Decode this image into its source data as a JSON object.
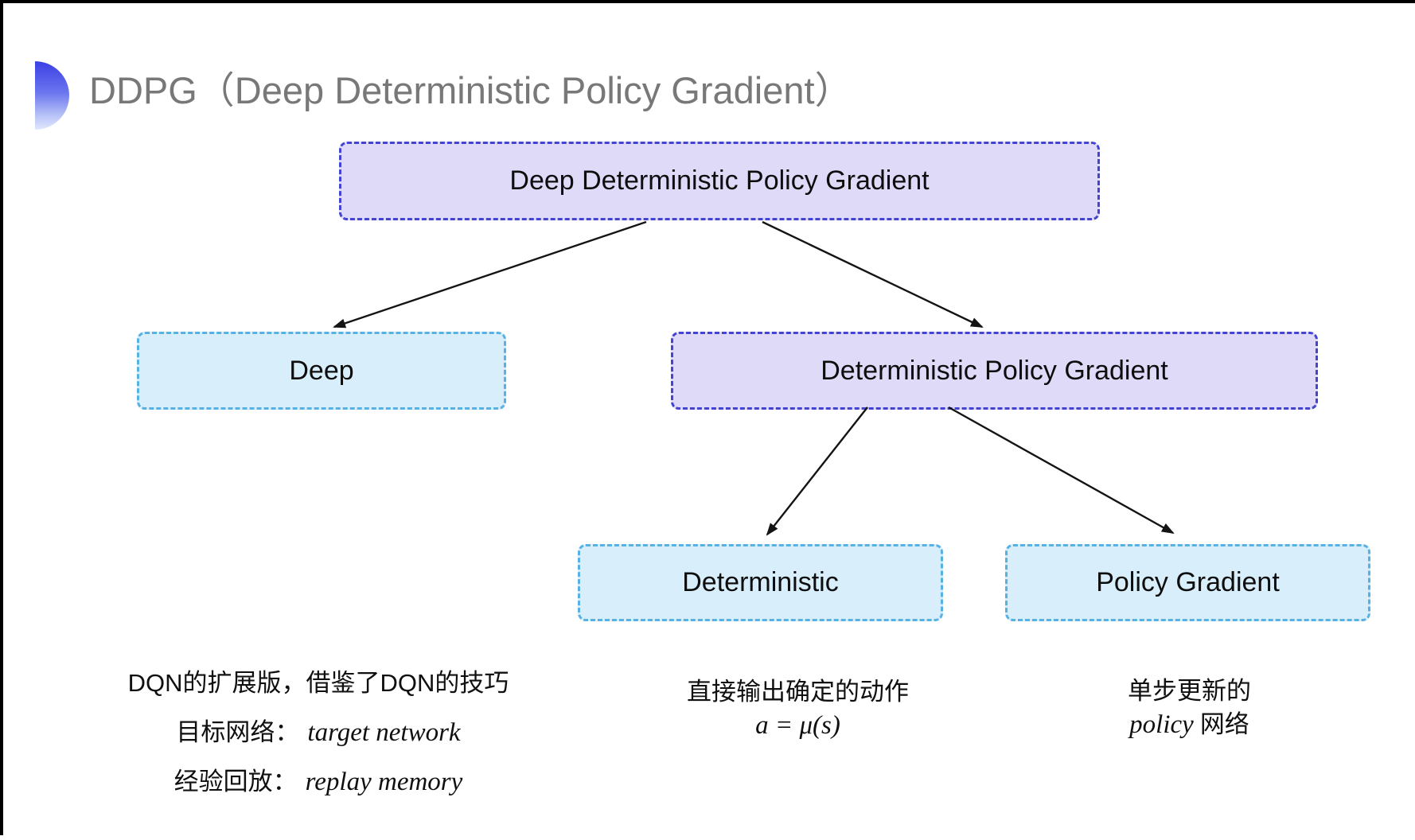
{
  "title": {
    "text": "DDPG（Deep Deterministic Policy Gradient）"
  },
  "tree": {
    "root": {
      "label": "Deep Deterministic Policy Gradient"
    },
    "level2": [
      {
        "label": "Deep"
      },
      {
        "label": "Deterministic Policy Gradient"
      }
    ],
    "level3": [
      {
        "label": "Deterministic"
      },
      {
        "label": "Policy Gradient"
      }
    ]
  },
  "notes": {
    "left": {
      "line1": "DQN的扩展版，借鉴了DQN的技巧",
      "line2_label": "目标网络：",
      "line2_term": "target network",
      "line3_label": "经验回放：",
      "line3_term": "replay memory"
    },
    "middle": {
      "line1": "直接输出确定的动作",
      "formula": "a = μ(s)"
    },
    "right": {
      "line1": "单步更新的",
      "line2_term": "policy",
      "line2_suffix": "网络"
    }
  },
  "colors": {
    "purple_fill": "#dedaf8",
    "purple_border": "#4444d2",
    "cyan_fill": "#d9eefb",
    "cyan_border": "#58b1e3",
    "title_gray": "#787878",
    "icon_blue": "#3c40e4",
    "arrow": "#141414",
    "frame": "#000000"
  }
}
